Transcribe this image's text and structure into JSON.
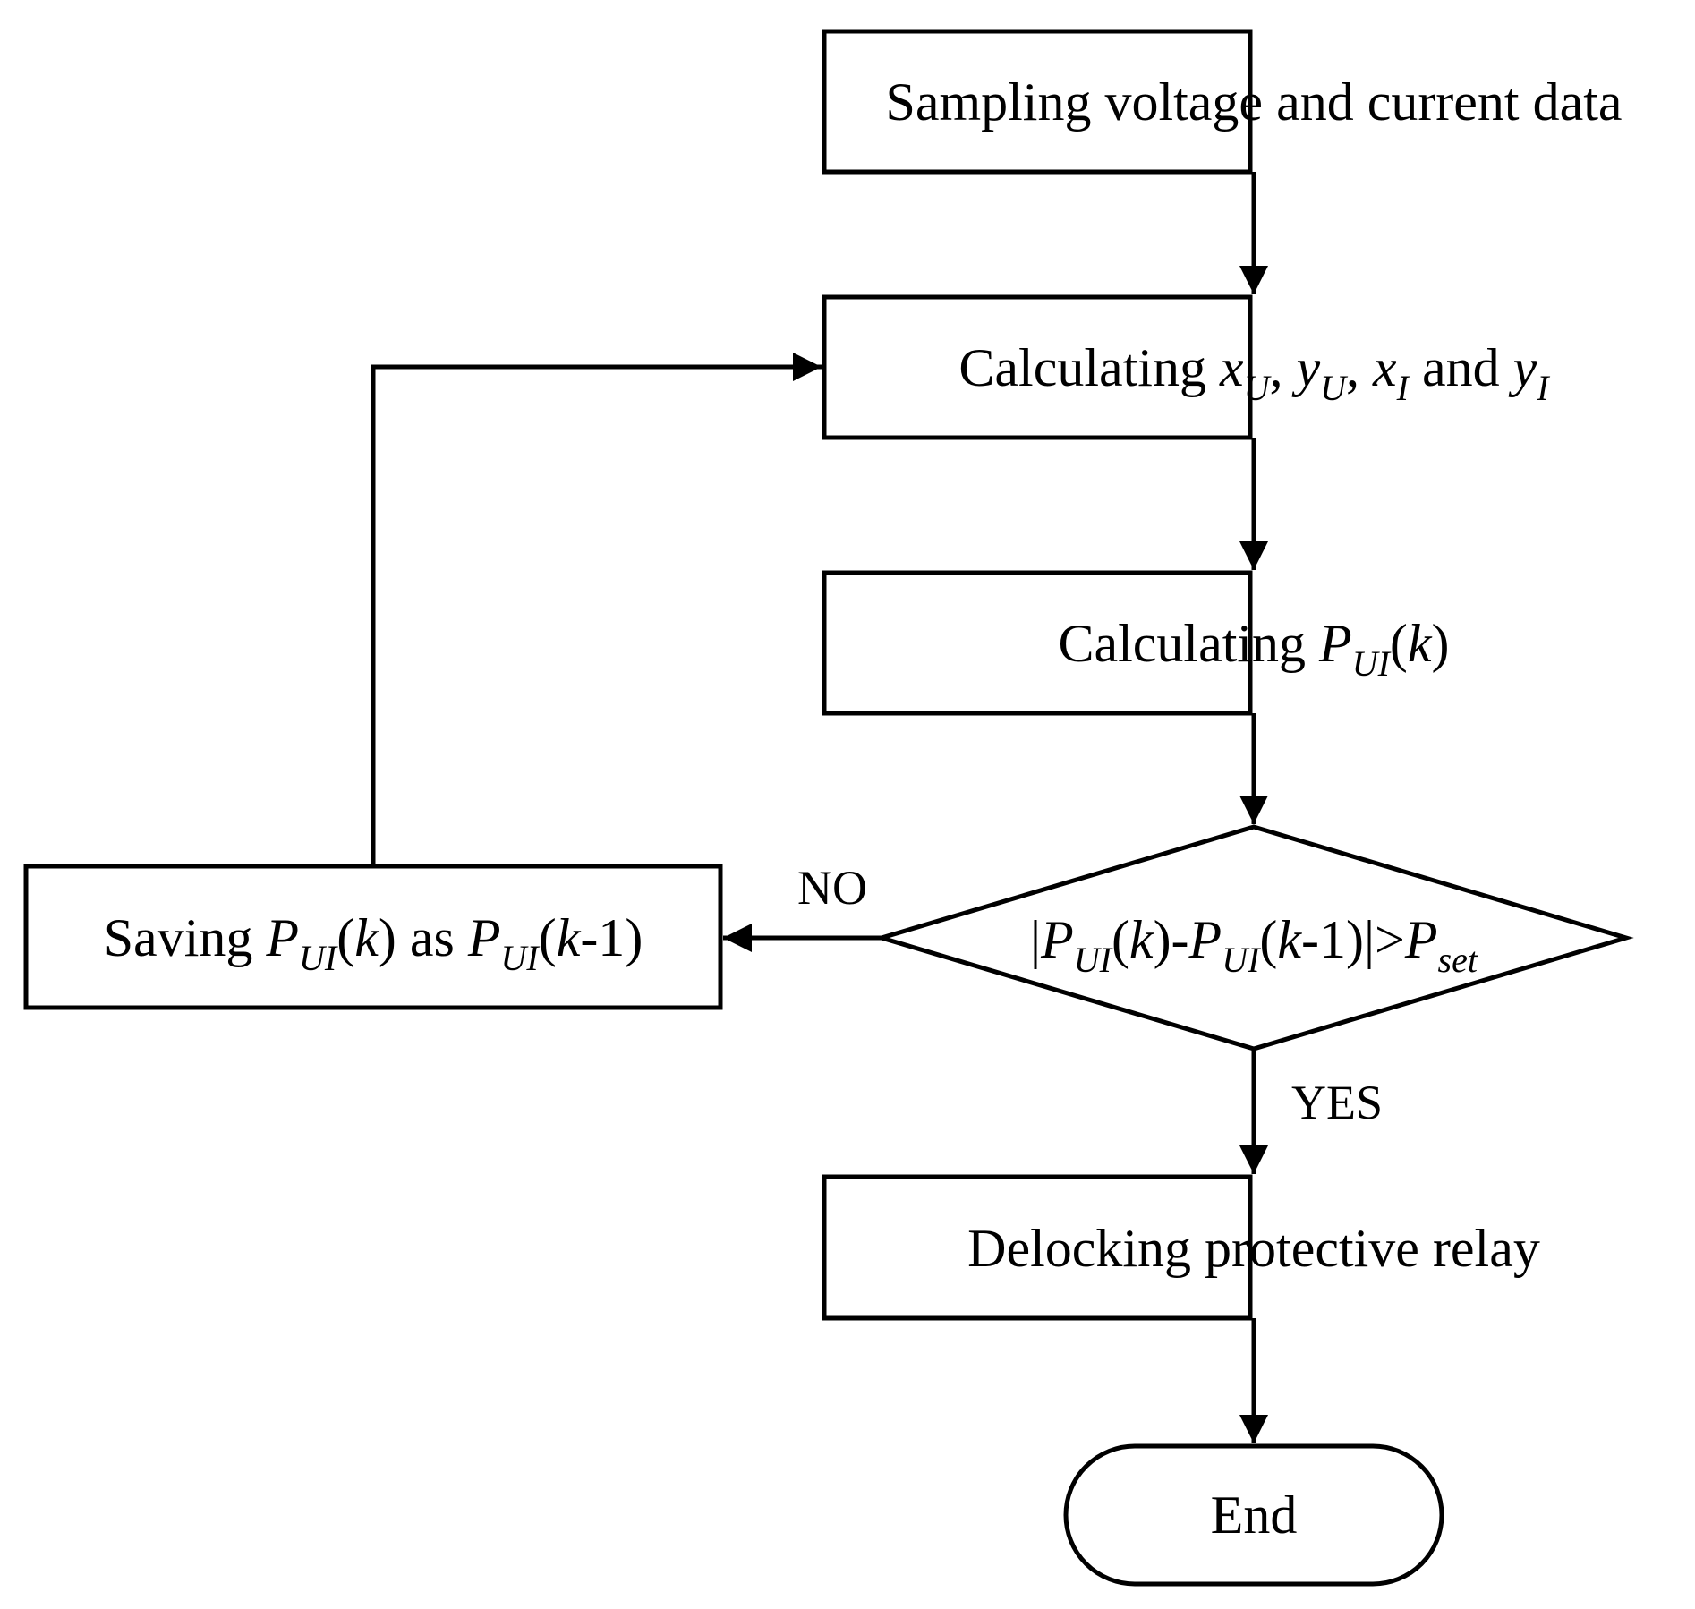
{
  "nodes": {
    "sampling": {
      "text": "Sampling voltage and current data"
    },
    "calc_xy": {
      "prefix": "Calculating ",
      "x": "x",
      "sub_U": "U",
      "sep1": ", ",
      "y": "y",
      "sep2": ", ",
      "sub_I": "I",
      "and": " and "
    },
    "calc_pui": {
      "prefix": "Calculating ",
      "P": "P",
      "sub_UI": "UI",
      "k": "k"
    },
    "decision": {
      "bar": "|",
      "P": "P",
      "sub_UI": "UI",
      "k": "k",
      "minus_one": "-1",
      "gt": ">",
      "sub_set": "set"
    },
    "save": {
      "prefix": "Saving ",
      "P": "P",
      "sub_UI": "UI",
      "k": "k",
      "as": " as ",
      "minus_one": "-1"
    },
    "delock": {
      "text": "Delocking protective relay"
    },
    "end": {
      "text": "End"
    }
  },
  "edge_labels": {
    "no": "NO",
    "yes": "YES"
  }
}
